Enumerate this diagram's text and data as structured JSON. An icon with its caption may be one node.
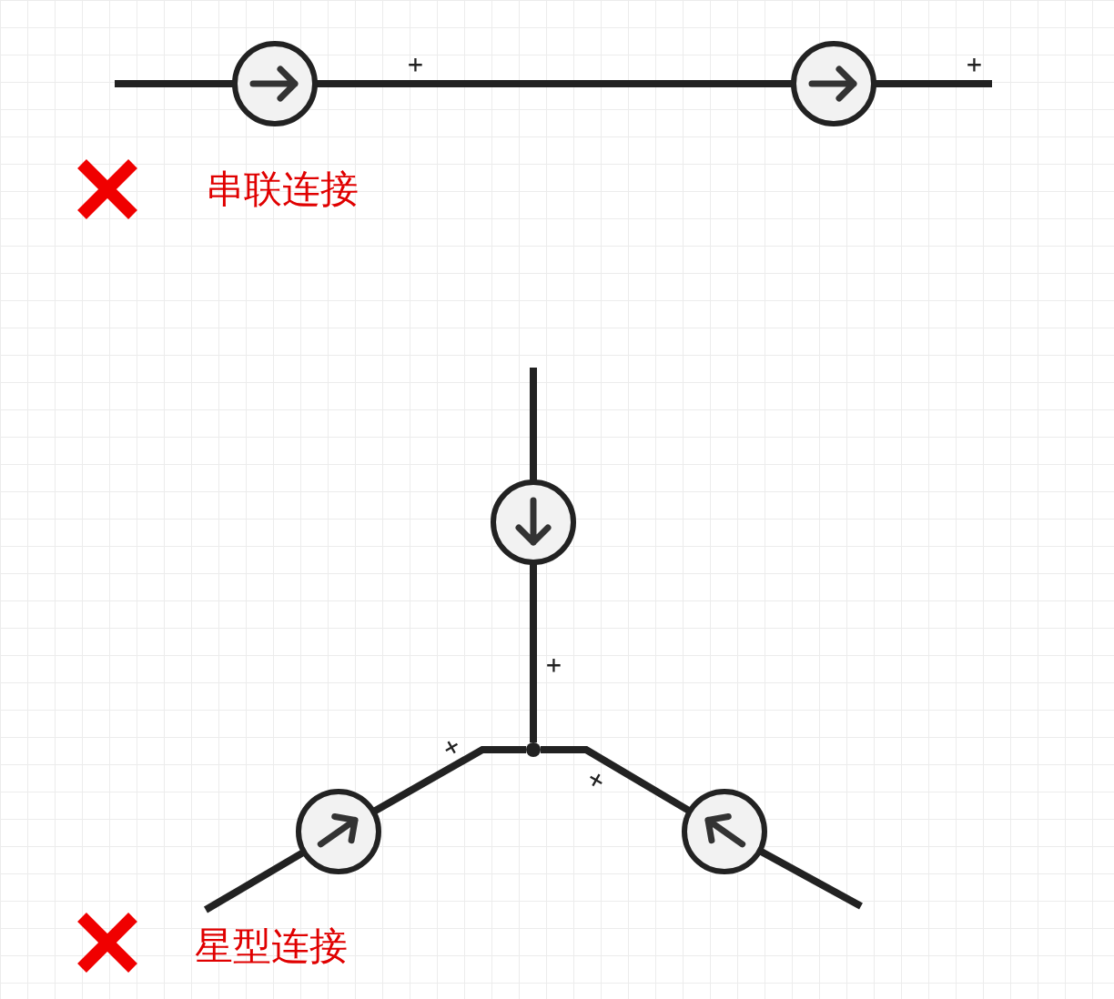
{
  "diagram": {
    "nodes": [
      {
        "text": [],
        "shape": "circle"
      },
      {
        "text": [],
        "shape": "circle"
      },
      {
        "text": [],
        "shape": "circle"
      },
      {
        "text": [],
        "shape": "dot"
      },
      {
        "text": [],
        "shape": "circle"
      },
      {
        "text": [],
        "shape": "circle"
      }
    ],
    "edges": [
      {
        "from": null,
        "to": 0,
        "arrow": "none"
      },
      {
        "from": 0,
        "to": 1,
        "arrow": "none"
      },
      {
        "from": 1,
        "to": null,
        "arrow": "none"
      },
      {
        "from": null,
        "to": 2,
        "arrow": "none"
      },
      {
        "from": 2,
        "to": 3,
        "arrow": "none"
      },
      {
        "from": 4,
        "to": 3,
        "arrow": "none"
      },
      {
        "from": 5,
        "to": 3,
        "arrow": "none"
      },
      {
        "from": null,
        "to": 4,
        "arrow": "none"
      },
      {
        "from": null,
        "to": 5,
        "arrow": "none"
      }
    ],
    "labels": [
      "+",
      "+",
      "串联连接",
      "+",
      "+",
      "+",
      "星型连接"
    ]
  }
}
